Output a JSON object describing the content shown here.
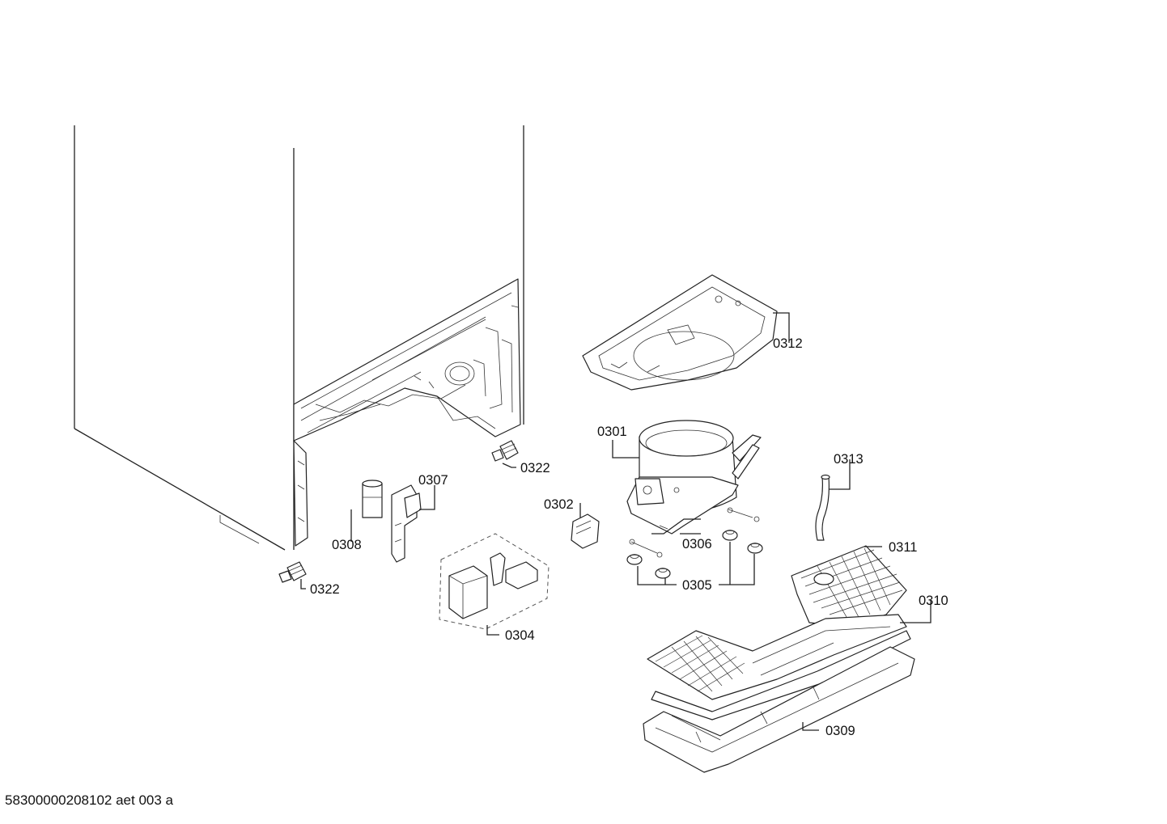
{
  "document_id": "58300000208102 aet 003 a",
  "callouts": {
    "c0301": "0301",
    "c0302": "0302",
    "c0304": "0304",
    "c0305": "0305",
    "c0306": "0306",
    "c0307": "0307",
    "c0308": "0308",
    "c0309": "0309",
    "c0310": "0310",
    "c0311": "0311",
    "c0312": "0312",
    "c0313": "0313",
    "c0322a": "0322",
    "c0322b": "0322"
  }
}
